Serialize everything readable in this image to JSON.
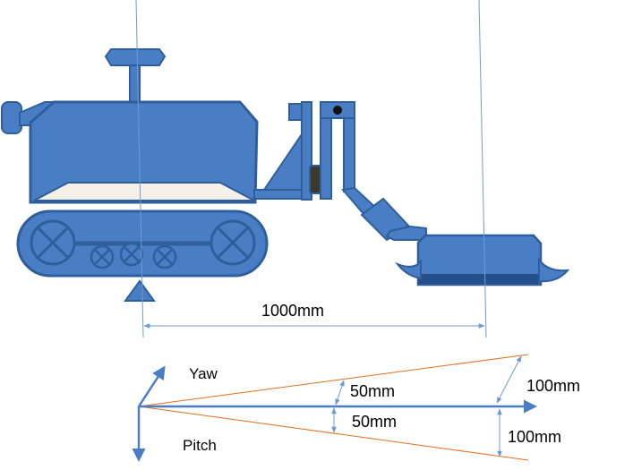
{
  "colors": {
    "body_fill": "#4a7ec4",
    "body_stroke": "#2e5e9c",
    "panel_fill": "#f5f1e8",
    "slot_fill": "#3d3a2c",
    "dark_band": "#24508a",
    "dimension_line": "#6d9bd1",
    "cone_line": "#e07020",
    "axis_arrow": "#4a7ec4"
  },
  "labels": {
    "length": "1000mm",
    "yaw": "Yaw",
    "pitch": "Pitch",
    "upper_offset": "50mm",
    "lower_offset": "50mm",
    "upper_far": "100mm",
    "lower_far": "100mm"
  }
}
